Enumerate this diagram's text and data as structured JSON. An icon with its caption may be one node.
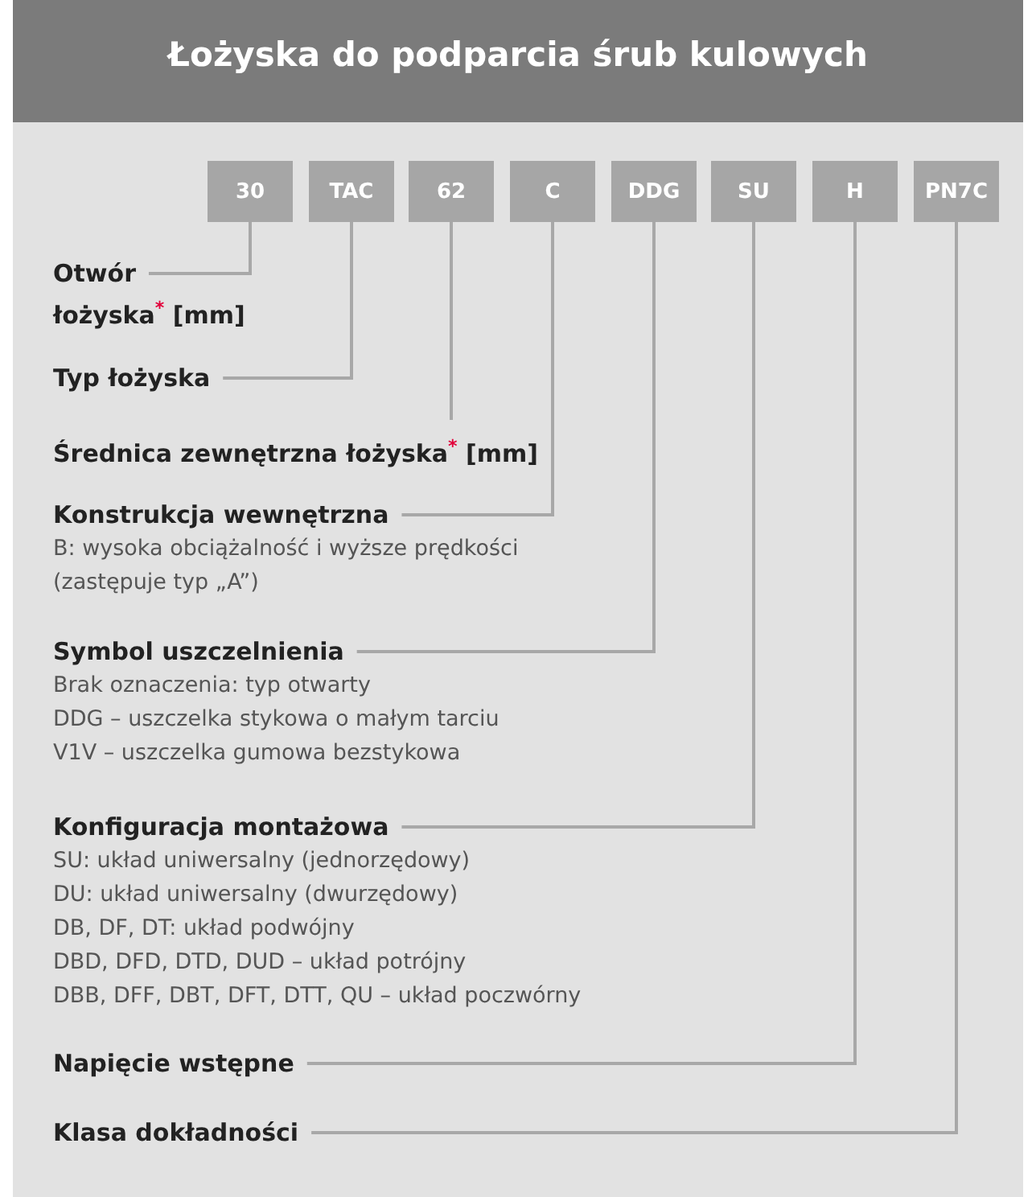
{
  "diagram": {
    "title": "Łożyska do podparcia śrub kulowych",
    "nodes": [
      {
        "text": [
          "30"
        ]
      },
      {
        "text": [
          "TAC"
        ]
      },
      {
        "text": [
          "62"
        ]
      },
      {
        "text": [
          "C"
        ]
      },
      {
        "text": [
          "DDG"
        ]
      },
      {
        "text": [
          "SU"
        ]
      },
      {
        "text": [
          "H"
        ]
      },
      {
        "text": [
          "PN7C"
        ]
      },
      {
        "text": [
          "Otwór łożyska$^{*}$ [mm]"
        ]
      },
      {
        "text": [
          "Typ łożyska"
        ]
      },
      {
        "text": [
          "Średnica zewnętrzna łożyska$^{*}$ [mm]"
        ]
      },
      {
        "text": [
          "Konstrukcja wewnętrzna",
          "B: wysoka obciążalność i wyższe prędkości (zastępuje typ „A”)"
        ]
      },
      {
        "text": [
          "Symbol uszczelnienia",
          "Brak oznaczenia: typ otwarty",
          "DDG – uszczelka stykowa o małym tarciu",
          "V1V – uszczelka gumowa bezstykowa"
        ]
      },
      {
        "text": [
          "Konfiguracja montażowa",
          "SU: układ uniwersalny (jednorzędowy)",
          "DU: układ uniwersalny (dwurzędowy)",
          "DB, DF, DT: układ podwójny",
          "DBD, DFD, DTD, DUD – układ potrójny",
          "DBB, DFF, DBT, DFT, DTT, QU – układ poczwórny"
        ]
      },
      {
        "text": [
          "Napięcie wstępne"
        ]
      },
      {
        "text": [
          "Klasa dokładności"
        ]
      }
    ],
    "edges": [
      {
        "from": 8,
        "to": 0,
        "arrow": "none"
      },
      {
        "from": 9,
        "to": 1,
        "arrow": "none"
      },
      {
        "from": 10,
        "to": 2,
        "arrow": "none"
      },
      {
        "from": 11,
        "to": 3,
        "arrow": "none"
      },
      {
        "from": 12,
        "to": 4,
        "arrow": "none"
      },
      {
        "from": 13,
        "to": 5,
        "arrow": "none"
      },
      {
        "from": 14,
        "to": 6,
        "arrow": "none"
      },
      {
        "from": 15,
        "to": 7,
        "arrow": "none"
      }
    ]
  }
}
